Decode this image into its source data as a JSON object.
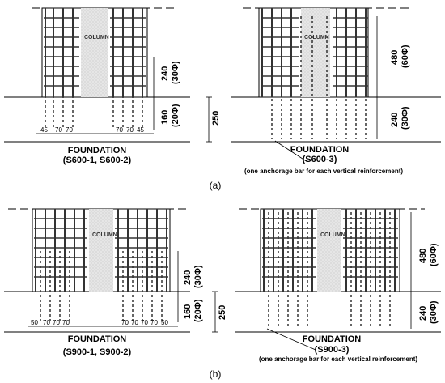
{
  "panels": {
    "a": {
      "label": "(a)",
      "left": {
        "column": "COLUMN",
        "dim_top": "240",
        "dim_top_phi": "(30Φ)",
        "dim_embed": "160",
        "dim_embed_phi": "(20Φ)",
        "spacing_left": [
          "45",
          "70",
          "70"
        ],
        "spacing_right": [
          "70",
          "70",
          "45"
        ],
        "foundation": "FOUNDATION",
        "specimens": "(S600-1, S600-2)"
      },
      "depth": "250",
      "right": {
        "column": "COLUMN",
        "dim_top": "480",
        "dim_top_phi": "(60Φ)",
        "dim_embed": "240",
        "dim_embed_phi": "(30Φ)",
        "foundation": "FOUNDATION",
        "specimens": "(S600-3)",
        "note": "(one anchorage bar for each vertical reinforcement)"
      }
    },
    "b": {
      "label": "(b)",
      "left": {
        "column": "COLUMN",
        "dim_top": "240",
        "dim_top_phi": "(30Φ)",
        "dim_embed": "160",
        "dim_embed_phi": "(20Φ)",
        "spacing_left": [
          "50",
          "70",
          "70",
          "70"
        ],
        "spacing_right": [
          "70",
          "70",
          "70",
          "70",
          "50"
        ],
        "foundation": "FOUNDATION",
        "specimens": "(S900-1, S900-2)"
      },
      "depth": "250",
      "right": {
        "column": "COLUMN",
        "dim_top": "480",
        "dim_top_phi": "(60Φ)",
        "dim_embed": "240",
        "dim_embed_phi": "(30Φ)",
        "foundation": "FOUNDATION",
        "specimens": "(S900-3)",
        "note": "(one anchorage bar for each vertical reinforcement)"
      }
    }
  }
}
